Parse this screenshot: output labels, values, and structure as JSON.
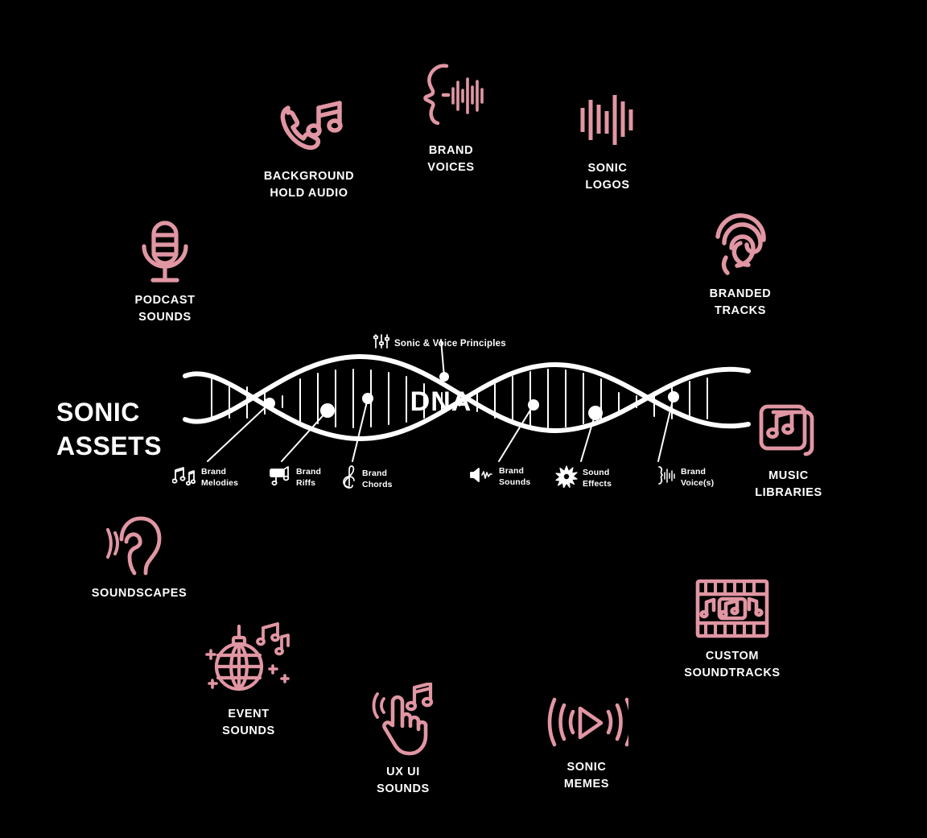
{
  "headline": "SONIC\nASSETS",
  "colors": {
    "background": "#000000",
    "pink": "#e196a3",
    "white": "#ffffff"
  },
  "center": {
    "dna_label": "DNA",
    "principles_label": "Sonic & Voice Principles",
    "principles_icon": "equalizer-sliders-icon"
  },
  "dna_items": [
    {
      "label": "Brand\nMelodies",
      "icon": "music-notes-icon"
    },
    {
      "label": "Brand\nRiffs",
      "icon": "guitar-amp-icon"
    },
    {
      "label": "Brand\nChords",
      "icon": "treble-clef-icon"
    },
    {
      "label": "Brand\nSounds",
      "icon": "speaker-wave-icon"
    },
    {
      "label": "Sound\nEffects",
      "icon": "burst-star-icon"
    },
    {
      "label": "Brand\nVoice(s)",
      "icon": "voice-wave-icon"
    }
  ],
  "orbit_nodes": [
    {
      "label": "BACKGROUND\nHOLD AUDIO",
      "icon": "phone-music-icon"
    },
    {
      "label": "BRAND\nVOICES",
      "icon": "profile-waveform-icon"
    },
    {
      "label": "SONIC\nLOGOS",
      "icon": "sound-bars-icon"
    },
    {
      "label": "PODCAST\nSOUNDS",
      "icon": "microphone-icon"
    },
    {
      "label": "BRANDED\nTRACKS",
      "icon": "fingerprint-icon"
    },
    {
      "label": "MUSIC\nLIBRARIES",
      "icon": "stacked-cards-music-icon"
    },
    {
      "label": "SOUNDSCAPES",
      "icon": "ear-waves-icon"
    },
    {
      "label": "CUSTOM\nSOUNDTRACKS",
      "icon": "film-strip-music-icon"
    },
    {
      "label": "EVENT\nSOUNDS",
      "icon": "disco-ball-icon"
    },
    {
      "label": "UX UI\nSOUNDS",
      "icon": "tap-hand-music-icon"
    },
    {
      "label": "SONIC\nMEMES",
      "icon": "play-waves-icon"
    }
  ]
}
